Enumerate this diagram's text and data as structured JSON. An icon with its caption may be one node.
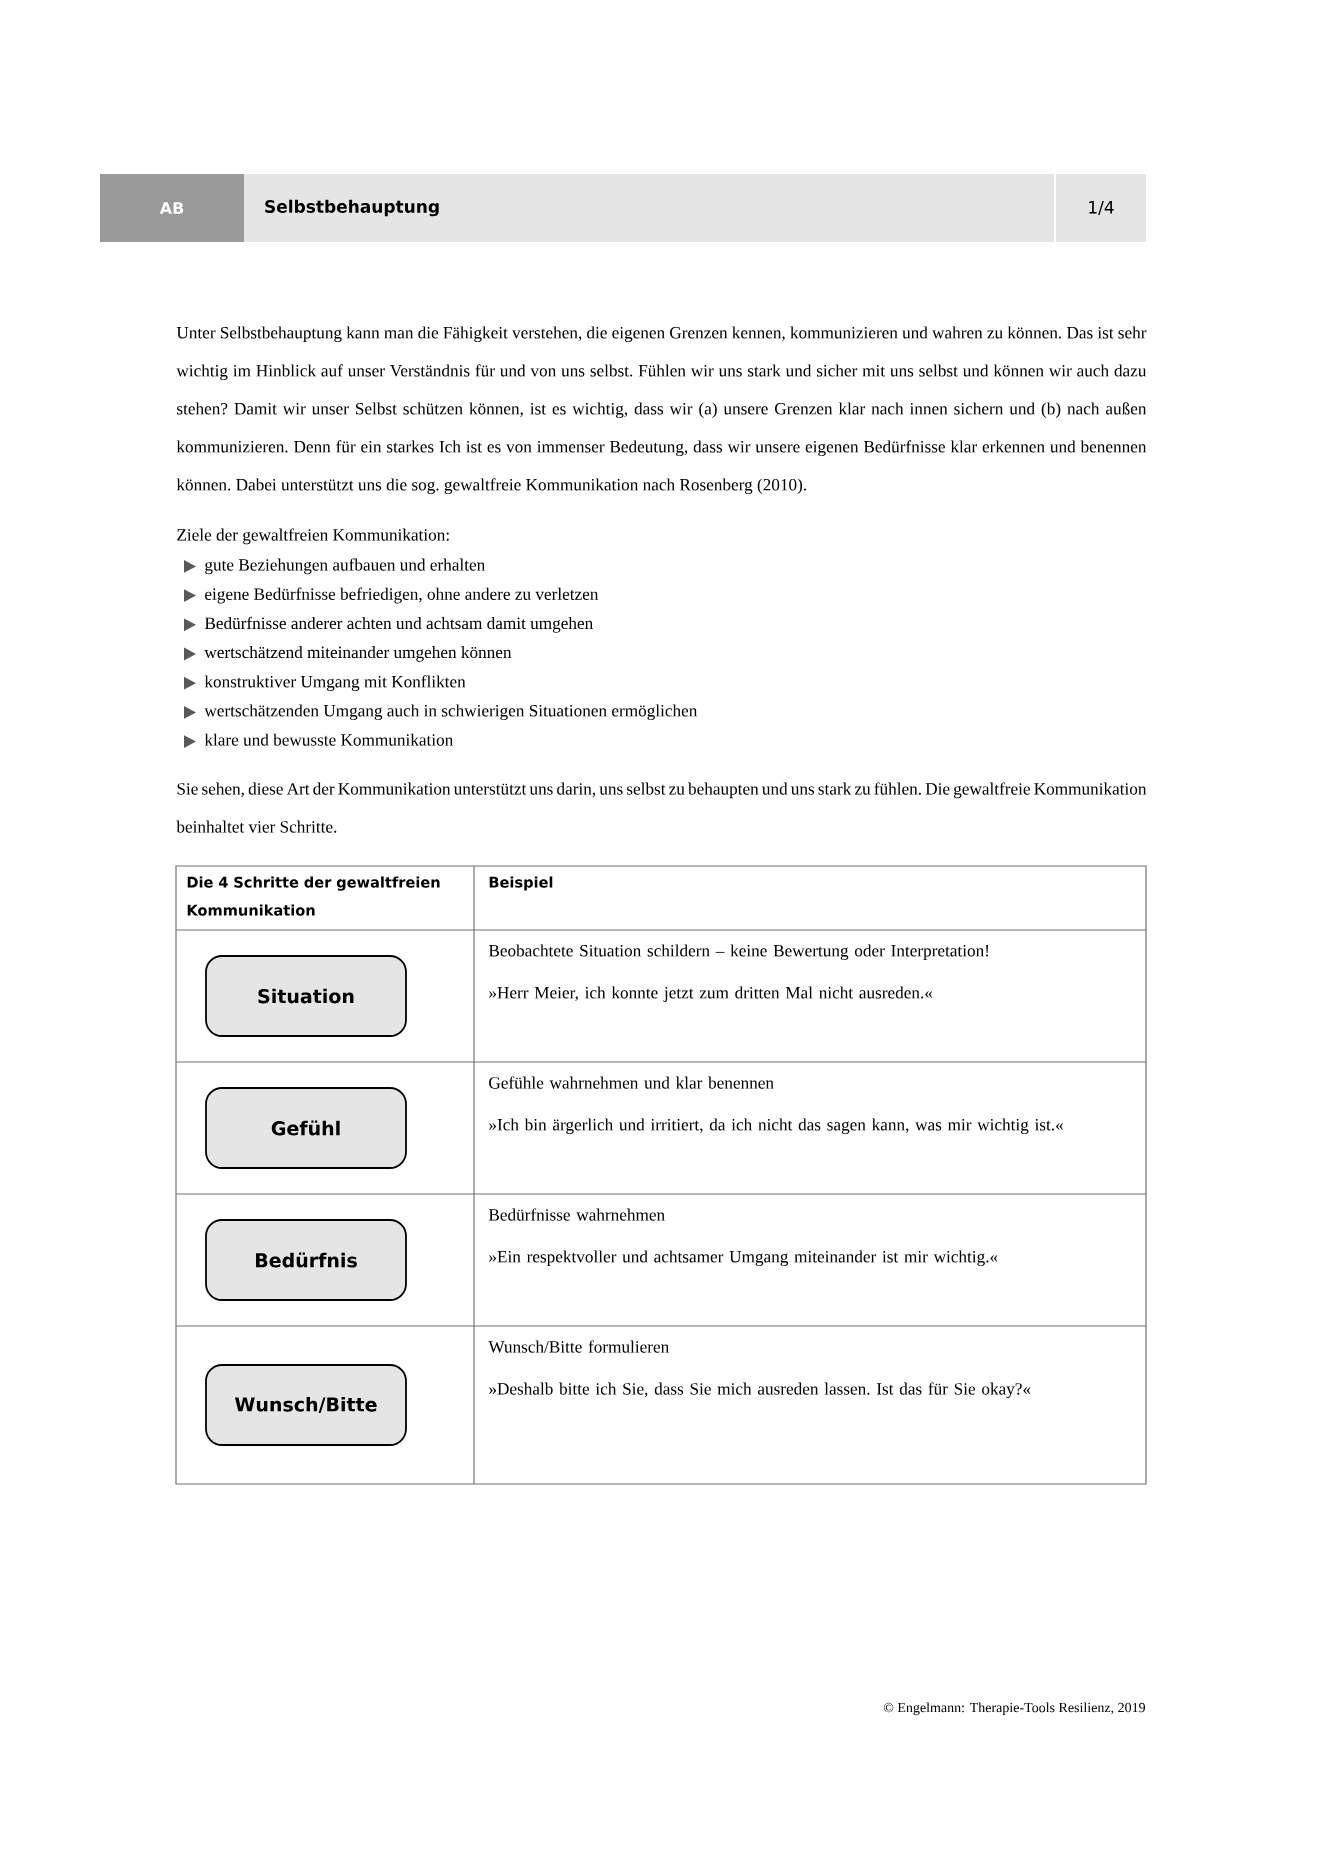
{
  "diagram": {
    "nodes": [
      {
        "text": [
          "AB"
        ]
      },
      {
        "text": [
          "Selbstbehauptung"
        ]
      },
      {
        "text": [
          "1/4"
        ]
      },
      {
        "text": [
          "Situation"
        ]
      },
      {
        "text": [
          "Gefühl"
        ]
      },
      {
        "text": [
          "Bedürfnis"
        ]
      },
      {
        "text": [
          "Wunsch/Bitte"
        ]
      }
    ],
    "labels": [
      "Unter Selbstbehauptung kann man die Fähigkeit verstehen, die eigenen Grenzen kennen, kommunizieren und wahren zu können. Das ist sehr wichtig im Hinblick auf unser Verständnis für und von uns selbst. Fühlen wir uns stark und sicher mit uns selbst und können wir auch dazu stehen? Damit wir unser Selbst schützen können, ist es wichtig, dass wir (a) unsere Grenzen klar nach innen sichern und (b) nach außen kommunizieren. Denn für ein starkes Ich ist es von immenser Bedeutung, dass wir unsere eigenen Bedürfnisse klar erkennen und benennen können. Dabei unterstützt uns die sog. gewaltfreie Kommunikation nach Rosenberg (2010).",
      "Ziele der gewaltfreien Kommunikation:",
      "gute Beziehungen aufbauen und erhalten",
      "eigene Bedürfnisse befriedigen, ohne andere zu verletzen",
      "Bedürfnisse anderer achten und achtsam damit umgehen",
      "wertschätzend miteinander umgehen können",
      "konstruktiver Umgang mit Konflikten",
      "wertschätzenden Umgang auch in schwierigen Situationen ermöglichen",
      "klare und bewusste Kommunikation",
      "Sie sehen, diese Art der Kommunikation unterstützt uns darin, uns selbst zu behaupten und uns stark zu fühlen. Die gewaltfreie Kommunikation beinhaltet vier Schritte.",
      "Die 4 Schritte der gewaltfreien Kommunikation",
      "Beispiel",
      "Beobachtete Situation schildern – keine Bewertung oder Interpretation!",
      "»Herr Meier, ich konnte jetzt zum dritten Mal nicht ausreden.«",
      "Gefühle wahrnehmen und klar benennen",
      "»Ich bin ärgerlich und irritiert, da ich nicht das sagen kann, was mir wichtig ist.«",
      "Bedürfnisse wahrnehmen",
      "»Ein respektvoller und achtsamer Umgang miteinander ist mir wichtig.«",
      "Wunsch/Bitte formulieren",
      "»Deshalb bitte ich Sie, dass Sie mich ausreden lassen. Ist das für Sie okay?«",
      "© Engelmann: Therapie-Tools Resilienz, 2019"
    ]
  }
}
